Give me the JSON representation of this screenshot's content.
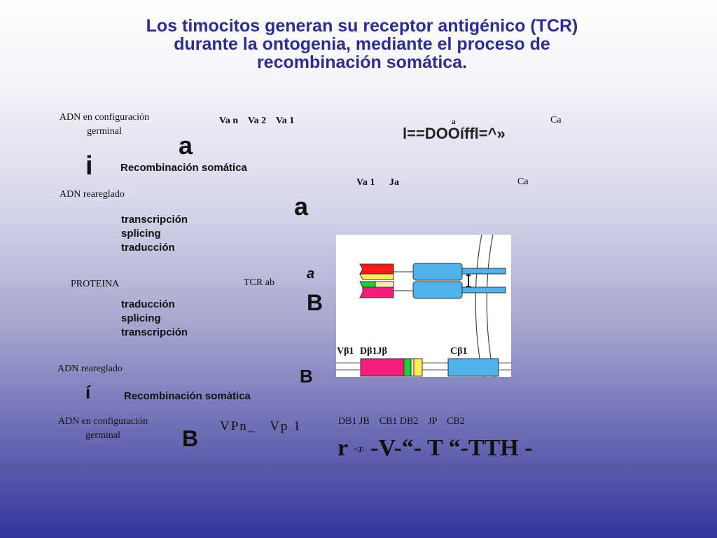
{
  "title": {
    "line1": "Los timocitos generan su receptor antigénico (TCR)",
    "line2": "durante la ontogenia, mediante el proceso de",
    "line3": "recombinación somática."
  },
  "left_column": {
    "adn_germinal_top_1": "ADN en configuración",
    "adn_germinal_top_2": "germinal",
    "letter_i": "i",
    "recomb_top": "Recombinación somática",
    "adn_rearreglado_top": "ADN reareglado",
    "proc_top_1": "transcripción",
    "proc_top_2": "splicing",
    "proc_top_3": "traducción",
    "proteina": "PROTEINA",
    "tcr": "TCR ab",
    "proc_bot_1": "traducción",
    "proc_bot_2": "splicing",
    "proc_bot_3": "transcripción",
    "adn_rearreglado_bot": "ADN reareglado",
    "letter_i_acute": "í",
    "recomb_bot": "Recombinación somática",
    "adn_germinal_bot_1": "ADN en configuración",
    "adn_germinal_bot_2": "germinal"
  },
  "markers": {
    "a1": "a",
    "a2": "a",
    "a_italic": "a",
    "B1": "B",
    "B2": "B",
    "B3": "B"
  },
  "alpha_locus": {
    "va_labels": "Va n    Va 2    Va 1",
    "a_small": "a",
    "garbled": "l==DOOíffl=^»",
    "ca_top": "Ca",
    "va1": "Va 1",
    "ja": "Ja",
    "ca_mid": "Ca"
  },
  "beta_locus": {
    "vp_labels": "VPn_   Vp 1",
    "db_labels": "DB1 JB    CB1 DB2    JP    CB2",
    "garbled_line_r": "r",
    "garbled_line_small": "~T-",
    "garbled_line_rest": "-V-“- T “-TTH -"
  },
  "diagram": {
    "vb1": "Vβ1",
    "db1jb": "Dβ1Jβ",
    "cb1": "Cβ1"
  },
  "colors": {
    "title": "#2e2e8c",
    "red": "#ff1a1a",
    "yellow": "#ffee55",
    "blue": "#4fb2ea",
    "pink": "#f0207a",
    "green": "#22cc33",
    "cream": "#f6ecb8"
  }
}
